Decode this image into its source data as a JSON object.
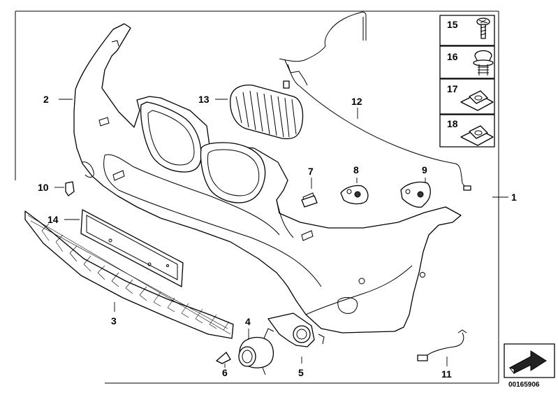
{
  "diagram": {
    "drawing_number": "00165906",
    "assembly_label": "1",
    "callouts": [
      {
        "id": "2"
      },
      {
        "id": "3"
      },
      {
        "id": "4"
      },
      {
        "id": "5"
      },
      {
        "id": "6"
      },
      {
        "id": "7"
      },
      {
        "id": "8"
      },
      {
        "id": "9"
      },
      {
        "id": "10"
      },
      {
        "id": "11"
      },
      {
        "id": "12"
      },
      {
        "id": "13"
      },
      {
        "id": "14"
      }
    ],
    "sidebar_parts": [
      "15",
      "16",
      "17",
      "18"
    ],
    "colors": {
      "line": "#000000",
      "background": "#ffffff",
      "fill_dark": "#333333"
    }
  }
}
